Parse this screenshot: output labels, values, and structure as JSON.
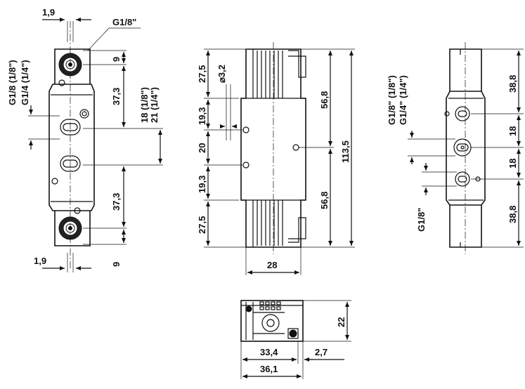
{
  "left_view": {
    "dim_top_offset": "1,9",
    "port_top_label": "G1/8\"",
    "port_side_label_1": "G1/8 (1/8\")",
    "port_side_label_2": "G1/4 (1/4\")",
    "dim_9_top": "9",
    "dim_37_3_top": "37,3",
    "dim_18_label": "18 (1/8\")",
    "dim_21_label": "21 (1/4\")",
    "dim_37_3_bottom": "37,3",
    "dim_9_bottom": "9",
    "dim_bottom_offset": "1,9"
  },
  "front_view": {
    "dim_27_5_top": "27,5",
    "dim_dia_hole": "⌀3,2",
    "dim_19_3_top": "19,3",
    "dim_20": "20",
    "dim_19_3_bottom": "19,3",
    "dim_27_5_bottom": "27,5",
    "dim_56_8_top": "56,8",
    "dim_56_8_bottom": "56,8",
    "dim_113_5": "113,5",
    "dim_width": "28"
  },
  "right_view": {
    "port_label_1": "G1/8\" (1/8\")",
    "port_label_2": "G1/4\" (1/4\")",
    "port_label_3": "G1/8\"",
    "dim_38_8_top": "38,8",
    "dim_18_top": "18",
    "dim_18_bottom": "18",
    "dim_38_8_bottom": "38,8"
  },
  "bottom_view": {
    "dim_height": "22",
    "dim_33_4": "33,4",
    "dim_2_7": "2,7",
    "dim_36_1": "36,1"
  }
}
